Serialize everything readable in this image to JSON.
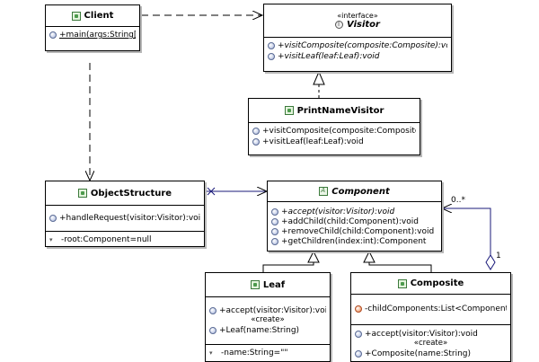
{
  "classes": {
    "client": {
      "name": "Client",
      "methods": [
        "+main(args:String[]):void"
      ]
    },
    "visitor": {
      "stereotype": "«interface»",
      "name": "Visitor",
      "methods": [
        "+visitComposite(composite:Composite):void",
        "+visitLeaf(leaf:Leaf):void"
      ]
    },
    "printNameVisitor": {
      "name": "PrintNameVisitor",
      "methods": [
        "+visitComposite(composite:Composite):void",
        "+visitLeaf(leaf:Leaf):void"
      ]
    },
    "objectStructure": {
      "name": "ObjectStructure",
      "methods": [
        "+handleRequest(visitor:Visitor):void"
      ],
      "fields": [
        "-root:Component=null"
      ]
    },
    "component": {
      "name": "Component",
      "methods": [
        "+accept(visitor:Visitor):void",
        "+addChild(child:Component):void",
        "+removeChild(child:Component):void",
        "+getChildren(index:int):Component"
      ]
    },
    "leaf": {
      "name": "Leaf",
      "methods": [
        "+accept(visitor:Visitor):void",
        "«create»",
        "+Leaf(name:String)"
      ],
      "fields": [
        "-name:String=\"\""
      ]
    },
    "composite": {
      "name": "Composite",
      "fields": [
        "-childComponents:List<Component>"
      ],
      "methods": [
        "+accept(visitor:Visitor):void",
        "«create»",
        "+Composite(name:String)"
      ]
    }
  },
  "multiplicities": {
    "many": "0..*",
    "one": "1"
  }
}
